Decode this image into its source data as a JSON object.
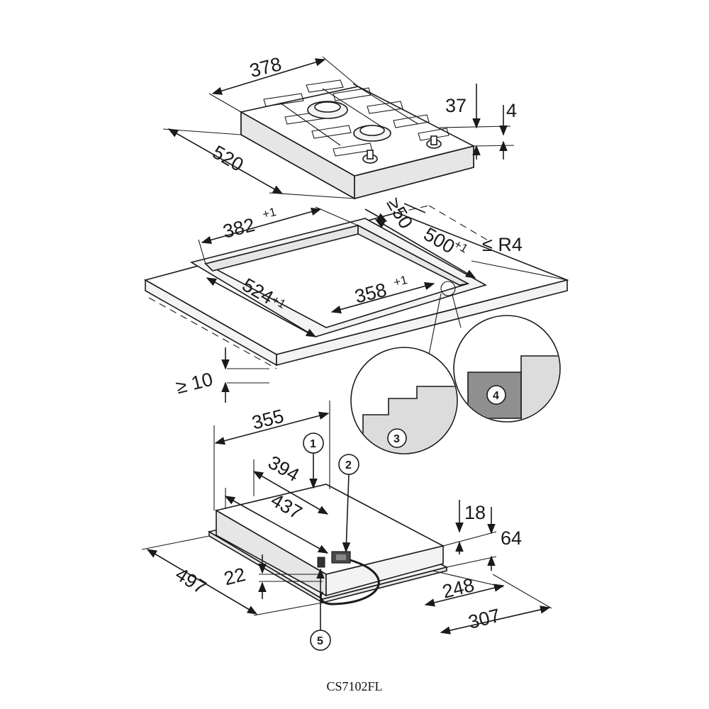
{
  "hob": {
    "width": "378",
    "depth": "520",
    "height_above": "37",
    "glass": "4"
  },
  "worktop": {
    "cutout_width": "382",
    "cutout_width_tol": "+1",
    "cutout_depth": "500",
    "cutout_depth_tol": "+1",
    "min_wall_gap": "≥50",
    "corner_radius": "≤ R4",
    "rebate_depth": "524",
    "rebate_depth_tol": "+1",
    "rebate_width": "358",
    "rebate_width_tol": "+1",
    "min_thickness": "≥ 10"
  },
  "underside": {
    "width_355": "355",
    "dim_394": "394",
    "dim_437": "437",
    "depth_497": "497",
    "dim_18": "18",
    "dim_64": "64",
    "dim_22": "22",
    "dim_248": "248",
    "dim_307": "307"
  },
  "callouts": [
    "1",
    "2",
    "3",
    "4",
    "5"
  ],
  "model": "CS7102FL"
}
